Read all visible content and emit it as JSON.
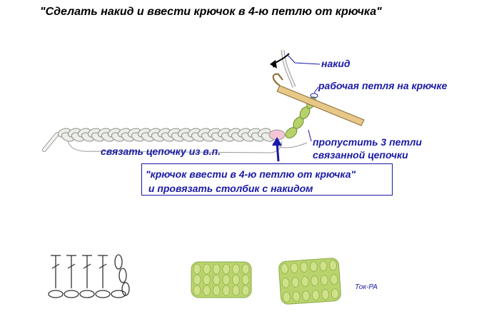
{
  "title": "\"Сделать накид  и ввести крючок в 4-ю  петлю от крючка\"",
  "labels": {
    "nakid": "накид",
    "working_loop": "рабочая петля на крючке",
    "make_chain": "связать цепочку из в.п.",
    "skip_line1": "пропустить 3 петли",
    "skip_line2": "связанной цепочки",
    "insert_line1": "\"крючок ввести в 4-ю петлю от крючка\"",
    "insert_line2": " и провязать столбик с накидом"
  },
  "credit": "Ток-РА",
  "colors": {
    "label": "#1a1aa6",
    "yarn_light": "#ecefe8",
    "yarn_green": "#b6d26a",
    "hook": "#e8c888",
    "highlight": "#f4c6d6"
  },
  "icons": [
    "crochet-hook-icon",
    "yarn-chain",
    "dc-symbol-chart",
    "knitted-swatch"
  ]
}
